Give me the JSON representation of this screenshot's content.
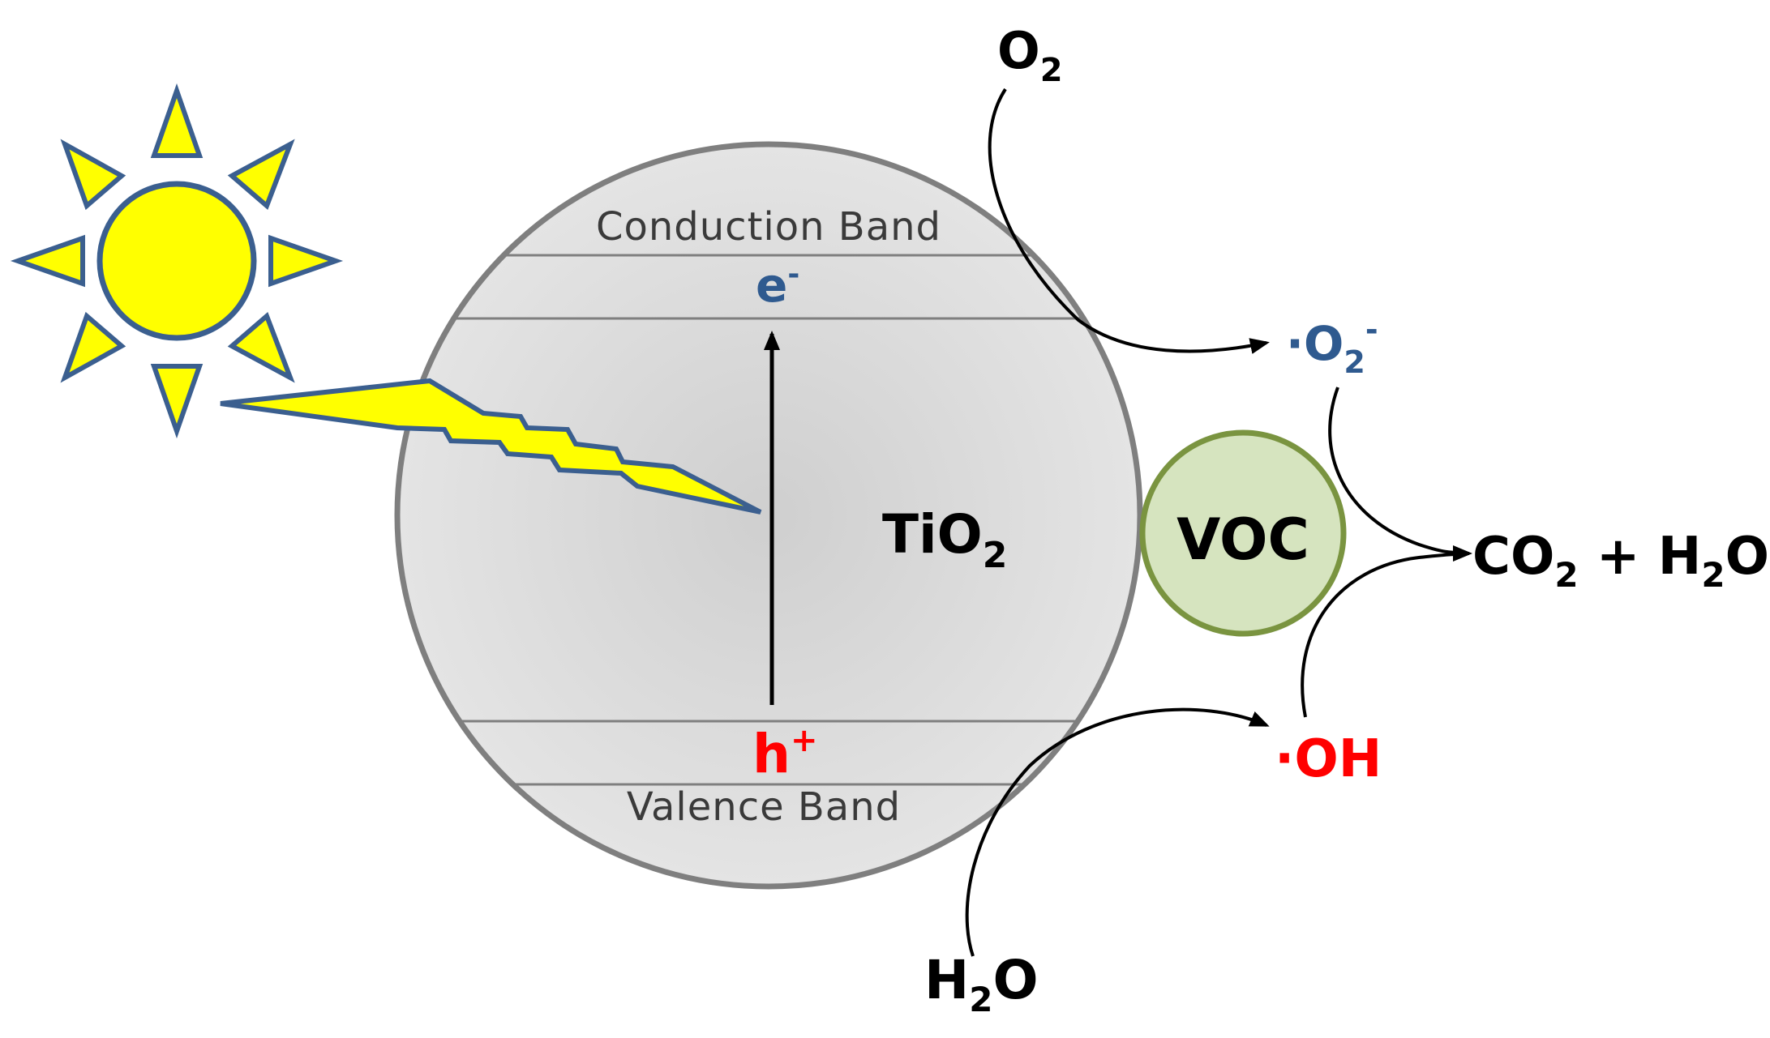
{
  "particle": {
    "material": "TiO",
    "material_sub": "2",
    "conduction_band": "Conduction Band",
    "valence_band": "Valence Band",
    "electron": "e",
    "electron_sup": "-",
    "hole": "h",
    "hole_sup": "+"
  },
  "reactants": {
    "oxygen": "O",
    "oxygen_sub": "2",
    "water": "H",
    "water_sub": "2",
    "water_tail": "O"
  },
  "radicals": {
    "superoxide_dot": "·",
    "superoxide": "O",
    "superoxide_sub": "2",
    "superoxide_sup": "-",
    "hydroxyl_dot": "·",
    "hydroxyl": "OH"
  },
  "pollutant": {
    "label": "VOC"
  },
  "products": {
    "co": "CO",
    "co_sub": "2",
    "plus": " + H",
    "h2o_sub": "2",
    "tail": "O"
  },
  "colors": {
    "sun_fill": "#ffff00",
    "sun_stroke": "#3b5f8f",
    "particle_fill": "#dcdcdc",
    "particle_stroke": "#7f7f7f",
    "voc_fill": "#d6e4bf",
    "voc_stroke": "#7a9440",
    "electron": "#2f5a8f",
    "hole": "#ff0000",
    "text": "#000000"
  },
  "icons": [
    "sun-icon",
    "lightning-bolt-icon"
  ]
}
